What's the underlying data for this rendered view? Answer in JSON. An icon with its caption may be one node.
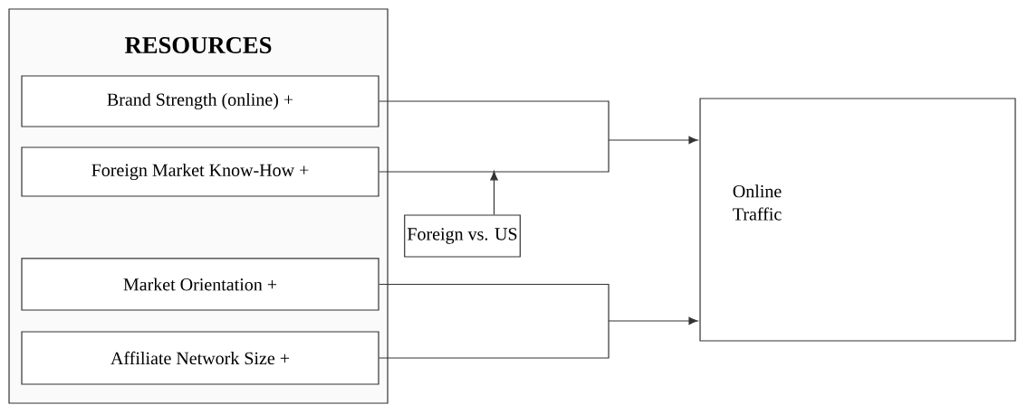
{
  "diagram": {
    "nodes": [
      {
        "text": [
          "RESOURCES"
        ]
      },
      {
        "text": [
          "Brand Strength (online) +"
        ],
        "in": 0
      },
      {
        "text": [
          "Foreign Market Know-How +"
        ],
        "in": 0
      },
      {
        "text": [
          "Market Orientation +"
        ],
        "in": 0
      },
      {
        "text": [
          "Affiliate Network Size +"
        ],
        "in": 0
      },
      {
        "text": [
          "Foreign vs. US"
        ]
      },
      {
        "text": [
          "Online Traffic"
        ]
      }
    ],
    "edges": [
      {
        "from": 1,
        "to": 6,
        "arrow": "to"
      },
      {
        "from": 2,
        "to": 6,
        "arrow": "to"
      },
      {
        "from": 3,
        "to": 6,
        "arrow": "to"
      },
      {
        "from": 4,
        "to": 6,
        "arrow": "to"
      },
      {
        "from": 5,
        "to": null,
        "arrow": "to"
      }
    ]
  }
}
